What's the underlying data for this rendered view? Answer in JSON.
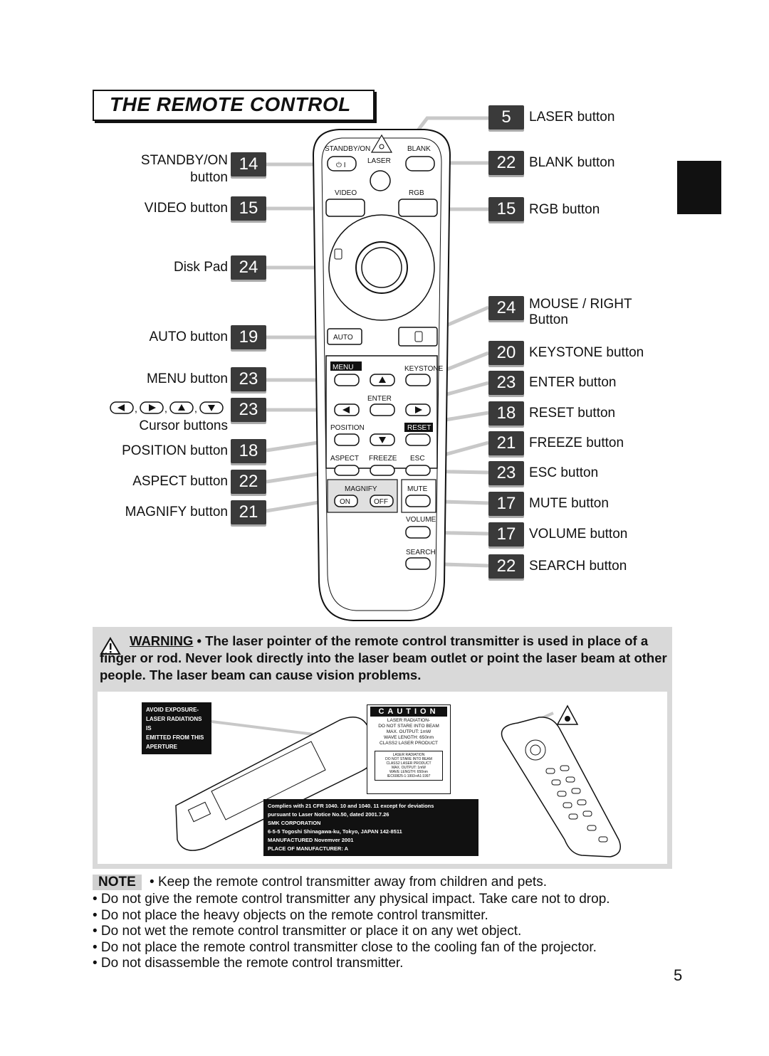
{
  "title": "THE REMOTE CONTROL",
  "left_labels": [
    {
      "name": "standby",
      "line1": "STANDBY/ON",
      "line2": "button",
      "page": "14"
    },
    {
      "name": "video",
      "line1": "VIDEO button",
      "page": "15"
    },
    {
      "name": "disk-pad",
      "line1": "Disk Pad",
      "page": "24"
    },
    {
      "name": "auto",
      "line1": "AUTO button",
      "page": "19"
    },
    {
      "name": "menu",
      "line1": "MENU button",
      "page": "23"
    },
    {
      "name": "cursor",
      "line1": "Cursor buttons",
      "page": "23"
    },
    {
      "name": "position",
      "line1": "POSITION button",
      "page": "18"
    },
    {
      "name": "aspect",
      "line1": "ASPECT button",
      "page": "22"
    },
    {
      "name": "magnify",
      "line1": "MAGNIFY button",
      "page": "21"
    }
  ],
  "right_labels": [
    {
      "name": "laser",
      "text": "LASER button",
      "page": "5"
    },
    {
      "name": "blank",
      "text": "BLANK button",
      "page": "22"
    },
    {
      "name": "rgb",
      "text": "RGB button",
      "page": "15"
    },
    {
      "name": "mouse-right",
      "text": "MOUSE / RIGHT",
      "text2": "Button",
      "page": "24"
    },
    {
      "name": "keystone",
      "text": "KEYSTONE button",
      "page": "20"
    },
    {
      "name": "enter",
      "text": "ENTER button",
      "page": "23"
    },
    {
      "name": "reset",
      "text": "RESET button",
      "page": "18"
    },
    {
      "name": "freeze",
      "text": "FREEZE button",
      "page": "21"
    },
    {
      "name": "esc",
      "text": "ESC button",
      "page": "23"
    },
    {
      "name": "mute",
      "text": "MUTE button",
      "page": "17"
    },
    {
      "name": "volume",
      "text": "VOLUME button",
      "page": "17"
    },
    {
      "name": "search",
      "text": "SEARCH button",
      "page": "22"
    }
  ],
  "remote": {
    "standby": "STANDBY/ON",
    "laser": "LASER",
    "blank": "BLANK",
    "video": "VIDEO",
    "rgb": "RGB",
    "auto": "AUTO",
    "menu": "MENU",
    "keystone": "KEYSTONE",
    "enter": "ENTER",
    "position": "POSITION",
    "reset": "RESET",
    "aspect": "ASPECT",
    "freeze": "FREEZE",
    "esc": "ESC",
    "magnify": "MAGNIFY",
    "on": "ON",
    "off": "OFF",
    "mute": "MUTE",
    "volume": "VOLUME",
    "search": "SEARCH"
  },
  "warning": {
    "label": "WARNING",
    "text": " • The laser pointer of the remote control transmitter is used in place of a finger or rod. Never look directly into the laser beam outlet or point the laser beam at other people. The laser beam can cause vision problems."
  },
  "labels_img": {
    "avoid": [
      "AVOID EXPOSURE-",
      "LASER RADIATIONS IS",
      "EMITTED FROM THIS",
      "APERTURE"
    ],
    "caution_head": "CAUTION",
    "caution_lines": [
      "LASER RADIATION-",
      "DO NOT STARE INTO BEAM",
      "MAX. OUTPUT: 1mW",
      "WAVE LENGTH: 650nm",
      "CLASS2 LASER PRODUCT"
    ],
    "caution_small": [
      "LASER RADIATION",
      "DO NOT STARE INTO BEAM",
      "CLASS2 LASER PRODUCT",
      "MAX. OUTPUT: 1mW",
      "WAVE LENGTH: 650nm",
      "IEC60825-1:1993+A1:1997"
    ],
    "complies": [
      "Complies with 21 CFR 1040. 10 and 1040. 11 except for deviations",
      "pursuant to Laser Notice No.50, dated 2001.7.26",
      "SMK CORPORATION",
      "6-5-5 Togoshi Shinagawa-ku, Tokyo, JAPAN 142-8511",
      "MANUFACTURED Novemver 2001",
      "PLACE OF MANUFACTURER: A"
    ]
  },
  "note": {
    "tag": "NOTE",
    "items": [
      " • Keep the remote control transmitter away from children and pets.",
      "• Do not give the remote control transmitter any physical impact. Take care not to drop.",
      "• Do not place the heavy objects on the remote control transmitter.",
      "• Do not wet the remote control transmitter or place it on any wet object.",
      "• Do not place the remote control transmitter close to the cooling fan of the projector.",
      "• Do not disassemble the remote control transmitter."
    ]
  },
  "page_number": "5"
}
